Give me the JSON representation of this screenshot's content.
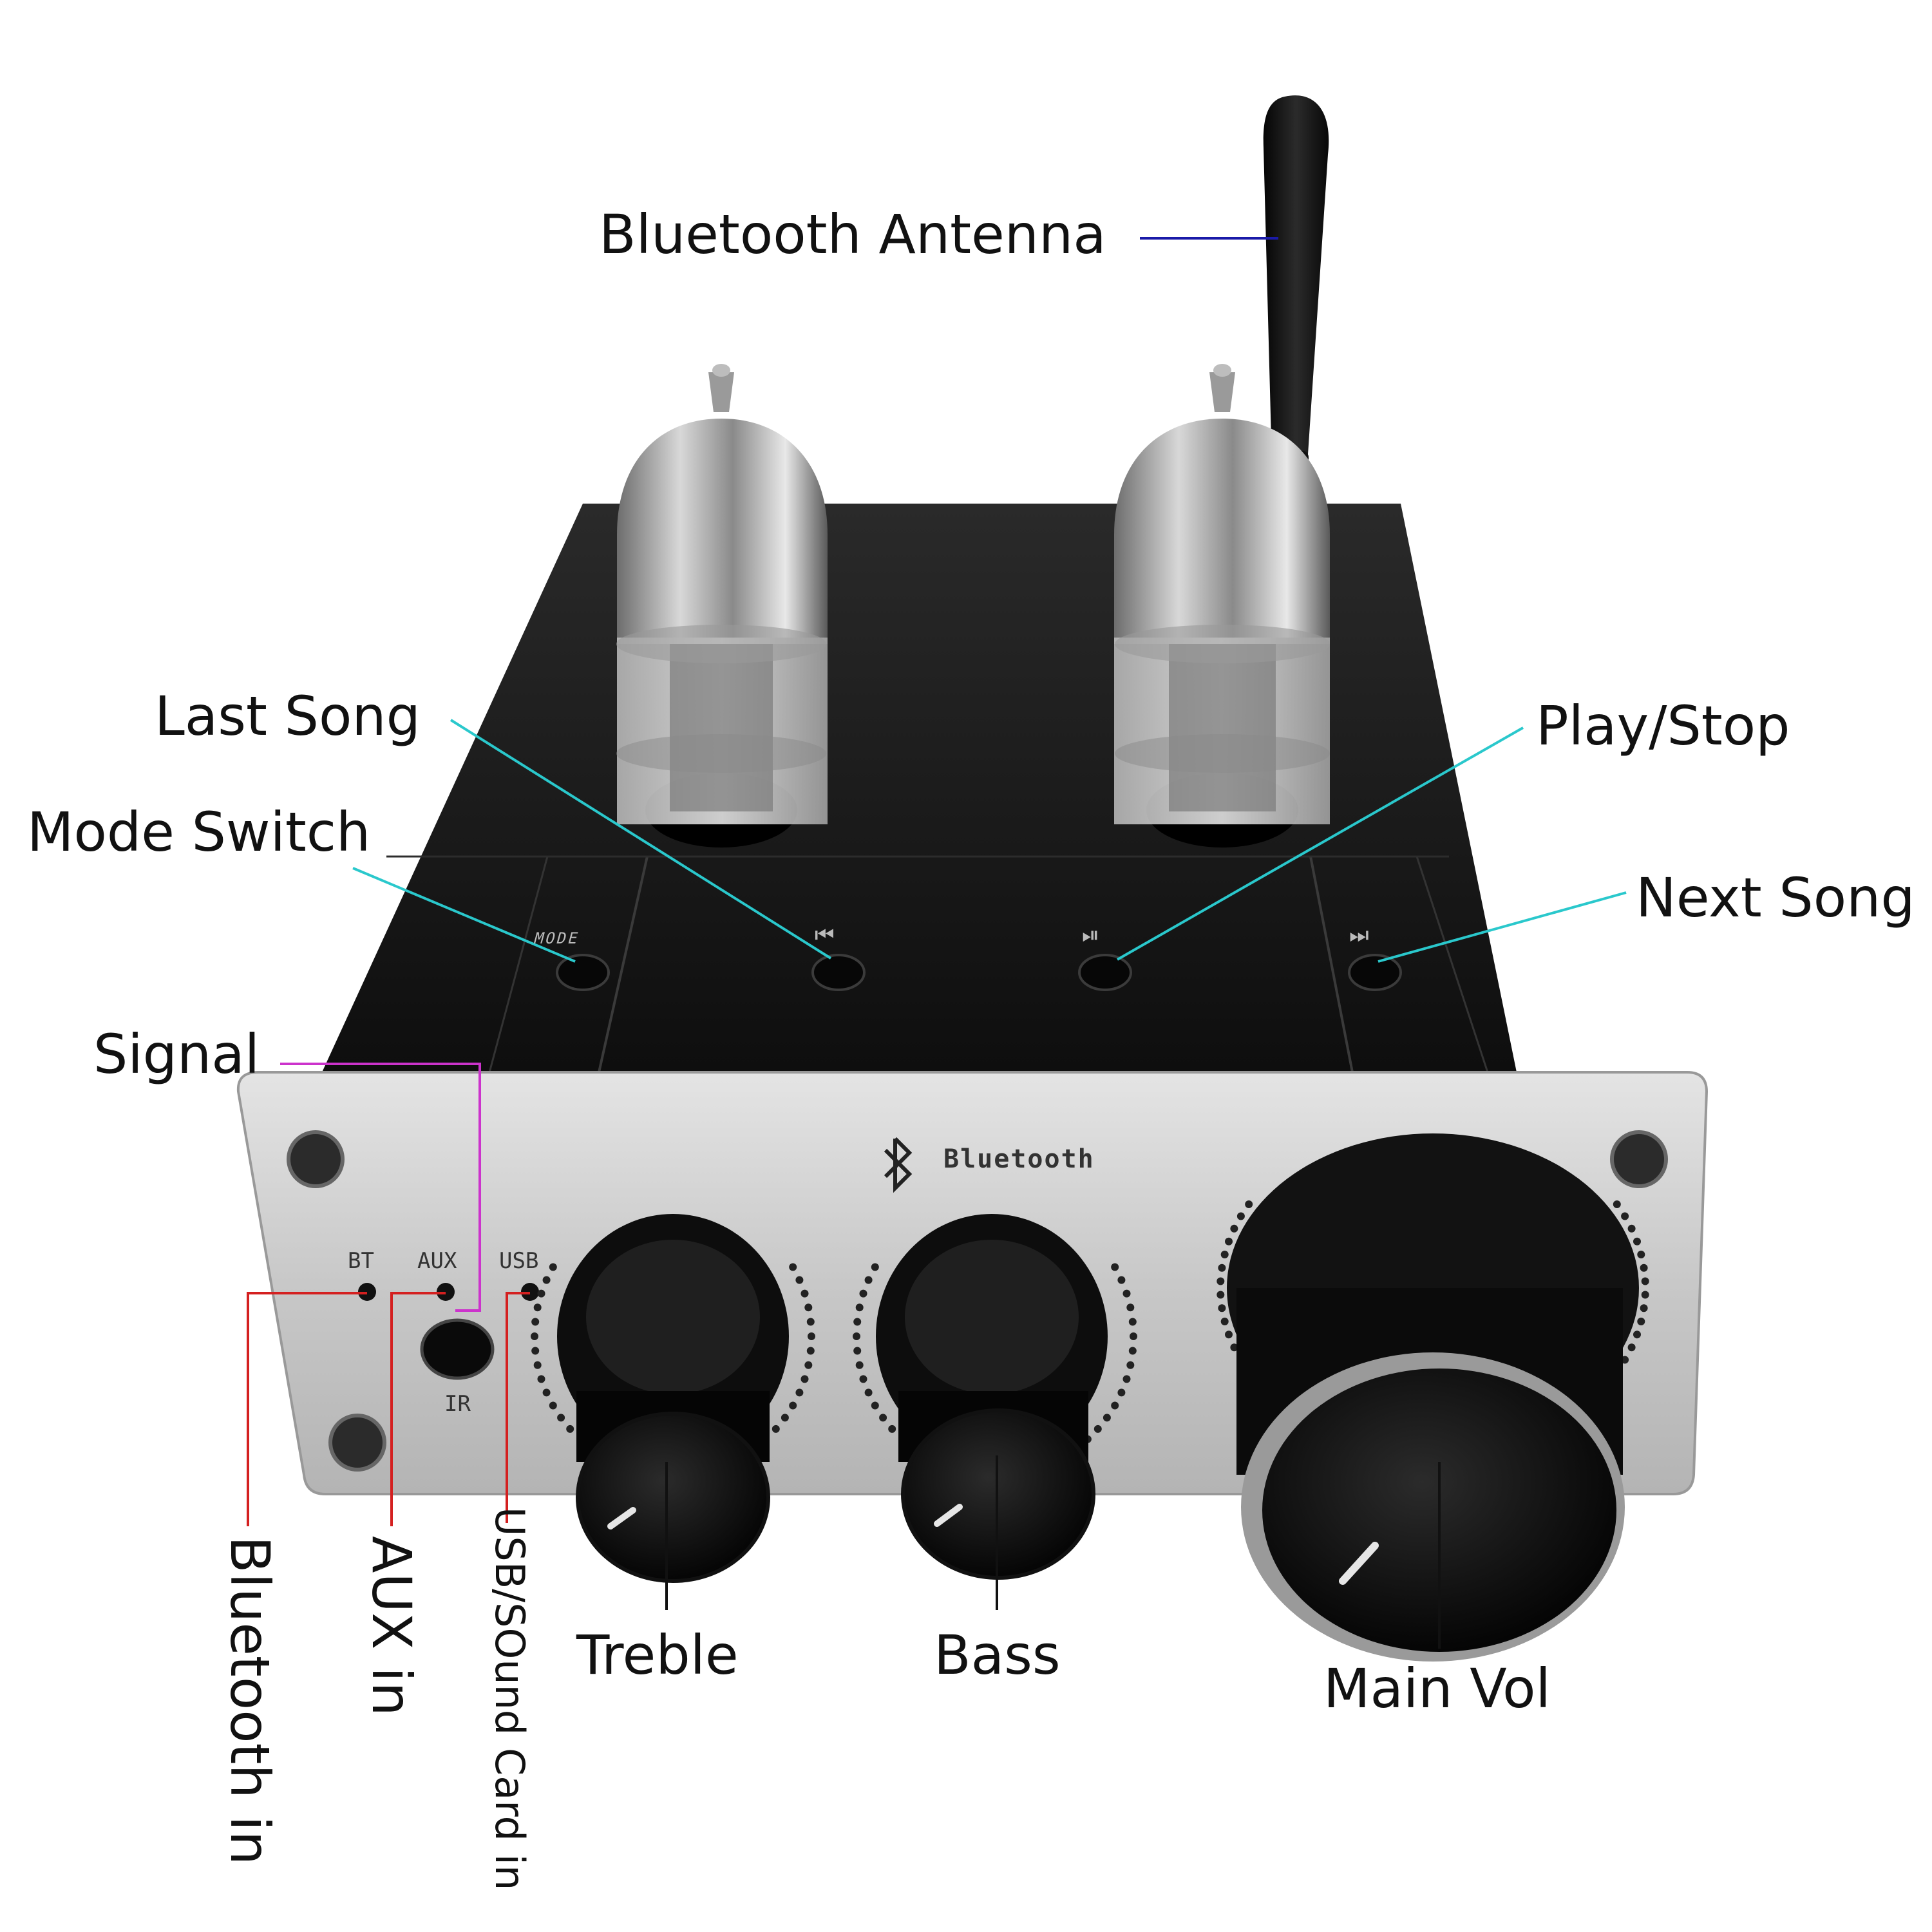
{
  "labels": {
    "bluetooth_antenna": "Bluetooth Antenna",
    "last_song": "Last Song",
    "mode_switch": "Mode Switch",
    "play_stop": "Play/Stop",
    "next_song": "Next Song",
    "signal": "Signal",
    "treble": "Treble",
    "bass": "Bass",
    "main_vol": "Main Vol",
    "bluetooth_in": "Bluetooth in",
    "aux_in": "AUX in",
    "usb_sound_card_in": "USB/SOund Card in"
  },
  "device": {
    "brand_text": "Bluetooth",
    "mode_text": "MODE",
    "indicator_bt": "BT",
    "indicator_aux": "AUX",
    "indicator_usb": "USB",
    "ir_text": "IR",
    "prev_glyph": "⏮",
    "play_glyph": "⏯",
    "next_glyph": "⏭"
  },
  "colors": {
    "antenna_line": "#1a1aa8",
    "button_line": "#2ac8cc",
    "signal_line": "#cc33cc",
    "input_line": "#d42020",
    "knob_line": "#111111",
    "body": "#141414",
    "faceplate": "#c9c9c9"
  }
}
